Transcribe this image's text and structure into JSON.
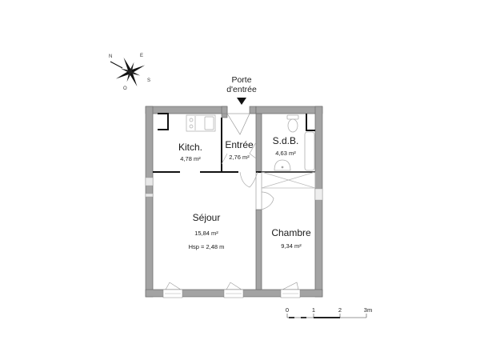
{
  "compass": {
    "letters": {
      "north": "N",
      "east": "E",
      "south": "S",
      "west": "O"
    }
  },
  "entrance": {
    "line1": "Porte",
    "line2": "d'entrée"
  },
  "rooms": [
    {
      "id": "kitchen",
      "name": "Kitch.",
      "area": "4,78 m²"
    },
    {
      "id": "entry",
      "name": "Entrée",
      "area": "2,76 m²"
    },
    {
      "id": "bathroom",
      "name": "S.d.B.",
      "area": "4,63 m²"
    },
    {
      "id": "living",
      "name": "Séjour",
      "area": "15,84 m²",
      "ceiling_height": "Hsp = 2,48 m"
    },
    {
      "id": "bedroom",
      "name": "Chambre",
      "area": "9,34 m²"
    }
  ],
  "scale_bar": {
    "ticks": [
      "0",
      "1",
      "2",
      "3m"
    ]
  },
  "colors": {
    "wall": "#a3a3a3",
    "wall_outline": "#555555",
    "partition": "#111111",
    "fixture": "#b5b5b5",
    "background": "#ffffff"
  }
}
